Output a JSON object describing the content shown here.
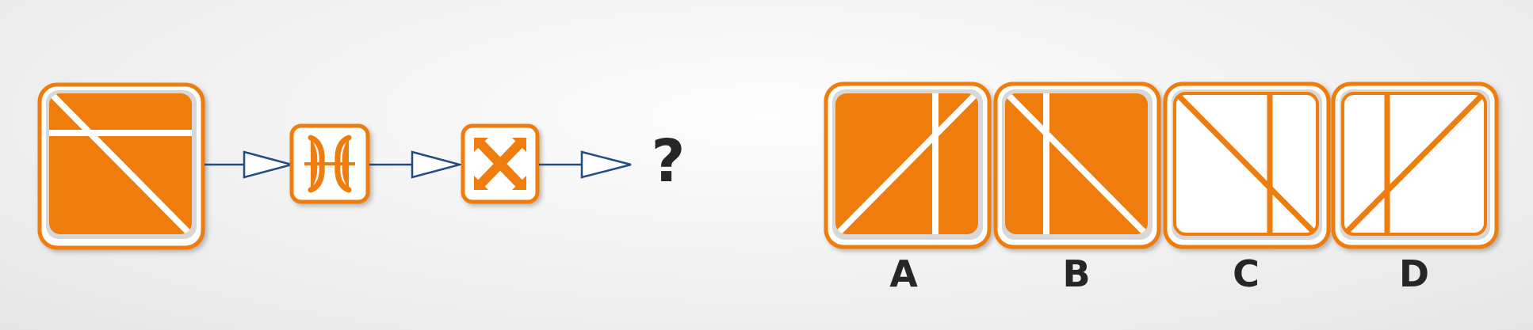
{
  "colors": {
    "accent": "#EE7D0A",
    "arrow": "#1F4E84",
    "label": "#262626",
    "white": "#FFFFFF",
    "frame_fill": "#D8D8D8"
  },
  "puzzle": {
    "question_mark": "?",
    "operations": [
      "mirror-horizontal-icon",
      "flip-cross-icon"
    ],
    "options": [
      {
        "label": "A",
        "fill": "orange"
      },
      {
        "label": "B",
        "fill": "orange"
      },
      {
        "label": "C",
        "fill": "white"
      },
      {
        "label": "D",
        "fill": "white"
      }
    ]
  }
}
